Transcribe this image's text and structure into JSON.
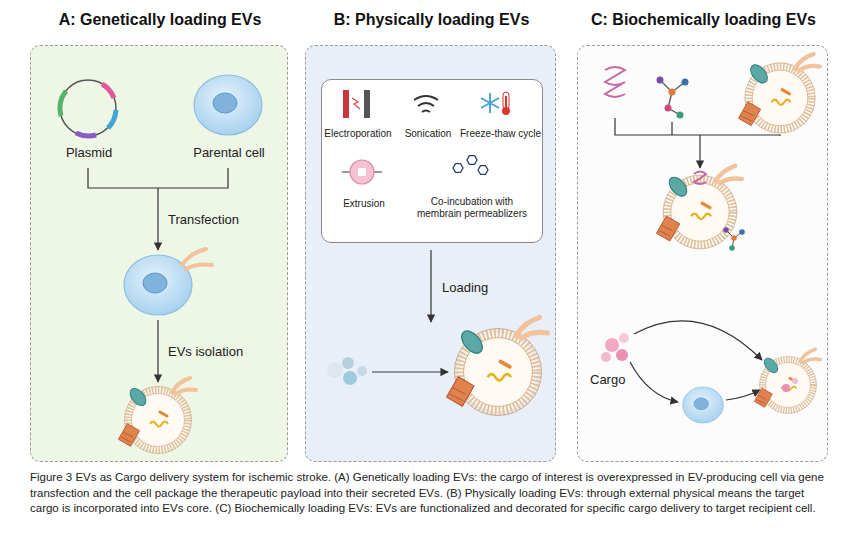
{
  "diagram": {
    "caption": "Figure 3 EVs as Cargo delivery system for ischemic stroke. (A) Genetically loading EVs: the cargo of interest is overexpressed in EV-producing cell via gene transfection and the cell package the therapeutic payload into their secreted EVs. (B) Physically loading EVs: through external physical means the target cargo is incorporated into EVs core. (C) Biochemically loading EVs: EVs are functionalized and decorated for specific cargo delivery to target recipient cell.",
    "nodes": [
      {
        "text": [
          "A: Genetically loading EVs"
        ]
      },
      {
        "text": [
          "Plasmid"
        ],
        "in": 0
      },
      {
        "text": [
          "Parental cell"
        ],
        "in": 0
      },
      {
        "text": [
          "B: Physically loading EVs"
        ]
      },
      {
        "text": [
          "Electroporation",
          "Sonication",
          "Freeze-thaw cycle",
          "Extrusion",
          "Co-incubation with membrain permeablizers"
        ],
        "in": 3
      },
      {
        "text": [
          "C: Biochemically loading EVs"
        ]
      }
    ],
    "labels": [
      "Transfection",
      "EVs isolation",
      "Loading",
      "Cargo"
    ]
  }
}
